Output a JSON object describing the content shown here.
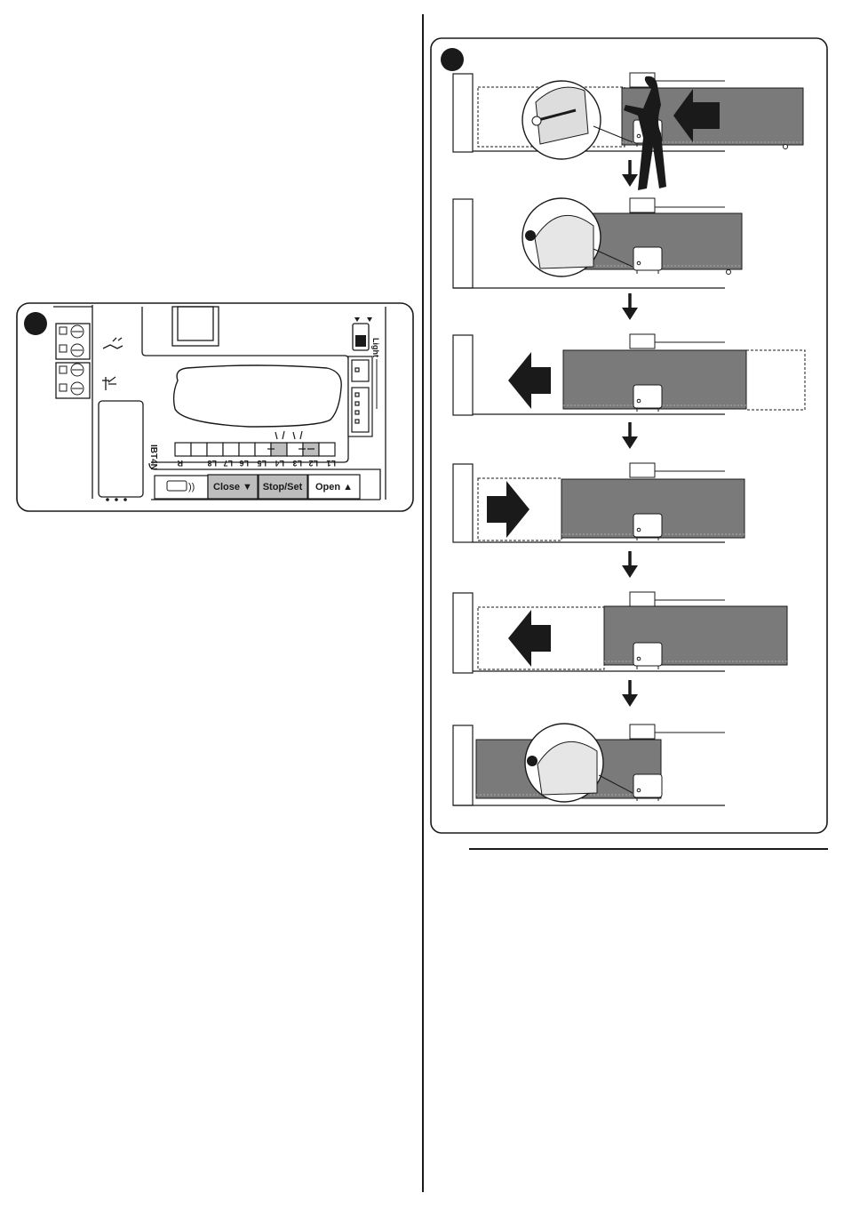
{
  "figure_left": {
    "badge_color": "#1a1a1a",
    "icons": [
      "connector-block-icon",
      "flashing-light-icon",
      "antenna-icon",
      "radio-receiver-icon"
    ],
    "led_labels": [
      "R",
      "L8",
      "L7",
      "L6",
      "L5",
      "L4",
      "L3",
      "L2",
      "L1"
    ],
    "blinking_leds": [
      "L4",
      "L3"
    ],
    "module_label": "IBT4N",
    "switch_label": "Light",
    "buttons": {
      "radio": "☷ ))",
      "close": "Close ▼",
      "stop_set": "Stop/Set",
      "open": "Open ▲"
    },
    "pressed_buttons": [
      "close",
      "stop_set"
    ]
  },
  "figure_right": {
    "badge_color": "#1a1a1a",
    "gate_color": "#7a7a7a",
    "steps": [
      {
        "action": "manual push to close, motor released",
        "arrow": "left",
        "person": true,
        "zoom": "release-lever"
      },
      {
        "action": "motor locked",
        "arrow": "none",
        "person": false,
        "zoom": "gearmotor-closeup"
      },
      {
        "action": "gate opens",
        "arrow": "left",
        "person": false,
        "zoom": "none"
      },
      {
        "action": "gate closes",
        "arrow": "right",
        "person": false,
        "zoom": "none"
      },
      {
        "action": "gate opens",
        "arrow": "left",
        "person": false,
        "zoom": "none"
      },
      {
        "action": "gate closed, motor locked",
        "arrow": "none",
        "person": false,
        "zoom": "gearmotor-closeup"
      }
    ]
  }
}
